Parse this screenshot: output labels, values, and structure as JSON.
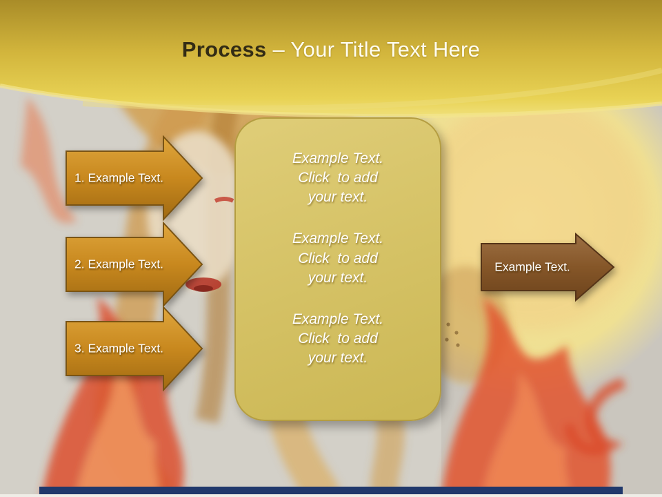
{
  "title": {
    "bold": "Process",
    "light": "– Your Title Text Here"
  },
  "left_arrows": [
    {
      "label": "1. Example Text."
    },
    {
      "label": "2. Example Text."
    },
    {
      "label": "3. Example Text."
    }
  ],
  "center_box": {
    "paragraphs": [
      "Example Text.\nClick  to add\nyour text.",
      "Example Text.\nClick  to add\nyour text.",
      "Example Text.\nClick  to add\nyour text."
    ]
  },
  "right_arrow": {
    "label": "Example Text."
  },
  "colors": {
    "header_gold_top": "#a98c28",
    "header_gold_bottom": "#f0e07a",
    "arrow_gold": "#c8881e",
    "arrow_brown": "#8a5a2c",
    "box_fill": "#d6c367",
    "footer_navy": "#20386b"
  }
}
